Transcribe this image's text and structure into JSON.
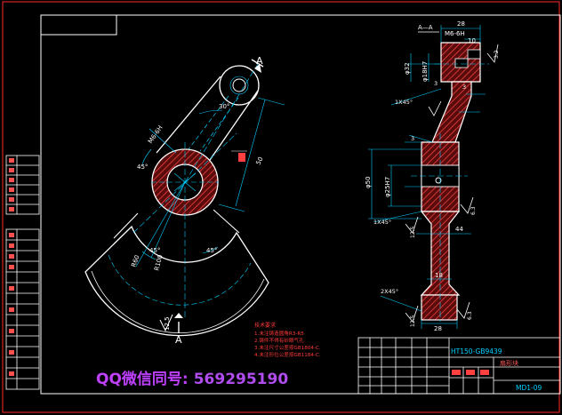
{
  "drawing": {
    "section_label": "A—A",
    "cut_marks": [
      "A",
      "A"
    ],
    "thread_label": "M6-6H",
    "left_thread_label": "M6-6H",
    "angle_30": "30°",
    "angle_45_a": "45°",
    "angle_45_b": "45°",
    "angle_45_c": "45°",
    "radius_a": "R60",
    "radius_b": "R100",
    "dim_50": "50",
    "dim_28_top": "28",
    "dim_10": "10",
    "dim_3_a": "3",
    "dim_3_b": "3",
    "dim_3_c": "3",
    "dim_1x45_a": "1X45°",
    "dim_1x45_b": "1X45°",
    "dim_2x45": "2X45°",
    "dim_phi50": "φ50",
    "dim_phi25": "φ25H7",
    "dim_phi32": "φ32",
    "dim_phi18": "φ18H7",
    "dim_44": "44",
    "dim_28_bottom": "28",
    "dim_18": "18",
    "roughness_a": "12.5",
    "roughness_b": "12.5",
    "roughness_c": "12.5",
    "roughness_d": "3.2",
    "roughness_e": "6.3",
    "roughness_f": "6.3",
    "tech_req_title": "技术要求",
    "tech_req_lines": [
      "1.未注铸造圆角R3-R5",
      "2.铸件不得有砂眼气孔",
      "3.未注尺寸公差按GB1804-C.",
      "4.未注形位公差按GB1184-C."
    ],
    "material": "HT150-GB9439",
    "part_name": "扇形块",
    "drawing_no": "MD1-09"
  },
  "watermark": {
    "label": "QQ微信同号:",
    "number": "569295190"
  },
  "colors": {
    "background": "#000000",
    "frame": "#ff2a2a",
    "outline": "#ffffff",
    "dimension": "#00d0ff",
    "hatch": "#ff3b3b",
    "watermark": "#c040ff"
  }
}
